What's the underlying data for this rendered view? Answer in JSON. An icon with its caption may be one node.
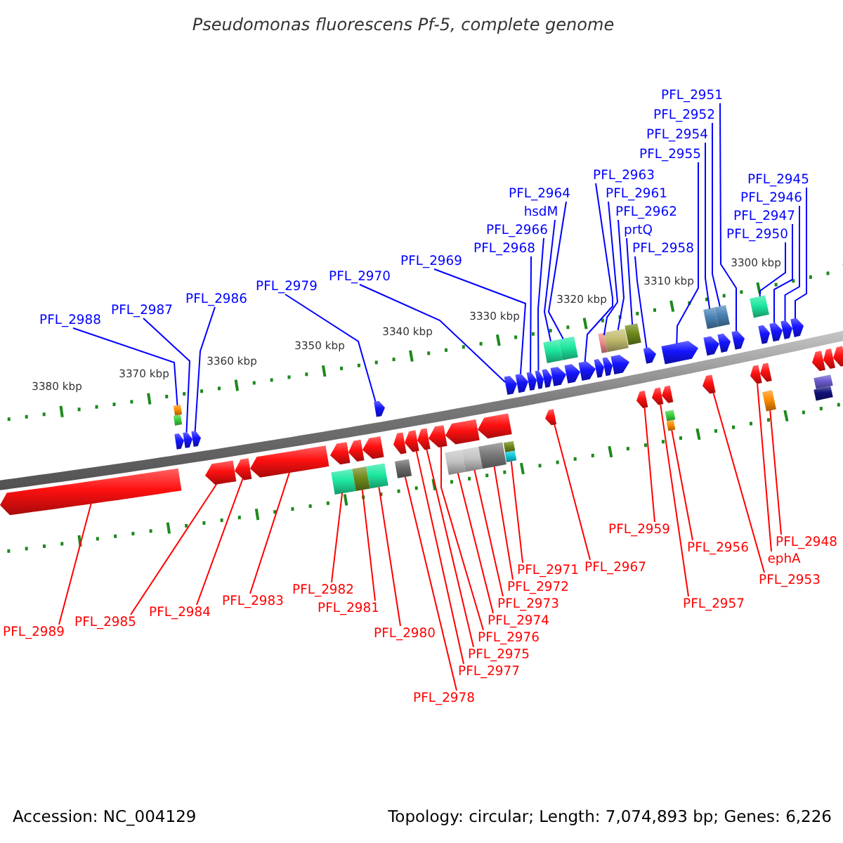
{
  "diagram": {
    "title": "Pseudomonas fluorescens Pf-5, complete genome",
    "nodes": [
      {
        "text": [
          "PFL_2988"
        ]
      },
      {
        "text": [
          "PFL_2987"
        ]
      },
      {
        "text": [
          "PFL_2986"
        ]
      },
      {
        "text": [
          "PFL_2979"
        ]
      },
      {
        "text": [
          "PFL_2970"
        ]
      },
      {
        "text": [
          "PFL_2969"
        ]
      },
      {
        "text": [
          "PFL_2968"
        ]
      },
      {
        "text": [
          "PFL_2966"
        ]
      },
      {
        "text": [
          "hsdM"
        ]
      },
      {
        "text": [
          "PFL_2964"
        ]
      },
      {
        "text": [
          "PFL_2963"
        ]
      },
      {
        "text": [
          "PFL_2961"
        ]
      },
      {
        "text": [
          "PFL_2962"
        ]
      },
      {
        "text": [
          "prtQ"
        ]
      },
      {
        "text": [
          "PFL_2958"
        ]
      },
      {
        "text": [
          "PFL_2955"
        ]
      },
      {
        "text": [
          "PFL_2954"
        ]
      },
      {
        "text": [
          "PFL_2952"
        ]
      },
      {
        "text": [
          "PFL_2951"
        ]
      },
      {
        "text": [
          "PFL_2950"
        ]
      },
      {
        "text": [
          "PFL_2947"
        ]
      },
      {
        "text": [
          "PFL_2946"
        ]
      },
      {
        "text": [
          "PFL_2945"
        ]
      },
      {
        "text": [
          "PFL_2989"
        ]
      },
      {
        "text": [
          "PFL_2985"
        ]
      },
      {
        "text": [
          "PFL_2984"
        ]
      },
      {
        "text": [
          "PFL_2983"
        ]
      },
      {
        "text": [
          "PFL_2982"
        ]
      },
      {
        "text": [
          "PFL_2981"
        ]
      },
      {
        "text": [
          "PFL_2980"
        ]
      },
      {
        "text": [
          "PFL_2978"
        ]
      },
      {
        "text": [
          "PFL_2977"
        ]
      },
      {
        "text": [
          "PFL_2975"
        ]
      },
      {
        "text": [
          "PFL_2976"
        ]
      },
      {
        "text": [
          "PFL_2974"
        ]
      },
      {
        "text": [
          "PFL_2973"
        ]
      },
      {
        "text": [
          "PFL_2972"
        ]
      },
      {
        "text": [
          "PFL_2971"
        ]
      },
      {
        "text": [
          "PFL_2967"
        ]
      },
      {
        "text": [
          "PFL_2959"
        ]
      },
      {
        "text": [
          "PFL_2957"
        ]
      },
      {
        "text": [
          "PFL_2956"
        ]
      },
      {
        "text": [
          "PFL_2953"
        ]
      },
      {
        "text": [
          "ephA"
        ]
      },
      {
        "text": [
          "PFL_2948"
        ]
      },
      {
        "text": [],
        "shape": "box"
      },
      {
        "text": [],
        "shape": "box"
      },
      {
        "text": [],
        "shape": "arrow"
      },
      {
        "text": [],
        "shape": "arrow"
      },
      {
        "text": [],
        "shape": "arrow"
      },
      {
        "text": [],
        "shape": "arrow"
      },
      {
        "text": [],
        "shape": "arrow"
      },
      {
        "text": [],
        "shape": "arrow"
      },
      {
        "text": [],
        "shape": "arrow"
      },
      {
        "text": [],
        "shape": "arrow"
      },
      {
        "text": [],
        "shape": "arrow"
      },
      {
        "text": [],
        "shape": "box"
      },
      {
        "text": [],
        "shape": "arrow"
      },
      {
        "text": [],
        "shape": "box"
      },
      {
        "text": [],
        "shape": "arrow"
      },
      {
        "text": [],
        "shape": "arrow"
      },
      {
        "text": [],
        "shape": "arrow"
      },
      {
        "text": [],
        "shape": "box"
      },
      {
        "text": [],
        "shape": "arrow"
      },
      {
        "text": [],
        "shape": "box"
      },
      {
        "text": [],
        "shape": "arrow"
      },
      {
        "text": [],
        "shape": "box"
      },
      {
        "text": [],
        "shape": "arrow"
      },
      {
        "text": [],
        "shape": "arrow"
      },
      {
        "text": [],
        "shape": "box"
      },
      {
        "text": [],
        "shape": "arrow"
      },
      {
        "text": [],
        "shape": "box"
      },
      {
        "text": [],
        "shape": "arrow"
      },
      {
        "text": [],
        "shape": "arrow"
      },
      {
        "text": [],
        "shape": "box"
      },
      {
        "text": [],
        "shape": "arrow"
      },
      {
        "text": [],
        "shape": "arrow"
      },
      {
        "text": [],
        "shape": "arrow"
      },
      {
        "text": [],
        "shape": "arrow"
      },
      {
        "text": [],
        "shape": "arrow"
      },
      {
        "text": [],
        "shape": "arrow"
      },
      {
        "text": [],
        "shape": "arrow"
      },
      {
        "text": [],
        "shape": "arrow"
      },
      {
        "text": [],
        "shape": "arrow"
      },
      {
        "text": [],
        "shape": "box"
      },
      {
        "text": [],
        "shape": "arrow"
      },
      {
        "text": [],
        "shape": "box"
      },
      {
        "text": [],
        "shape": "arrow"
      },
      {
        "text": [],
        "shape": "box"
      },
      {
        "text": [],
        "shape": "arrow"
      },
      {
        "text": [],
        "shape": "box"
      },
      {
        "text": [],
        "shape": "arrow"
      },
      {
        "text": [],
        "shape": "arrow"
      },
      {
        "text": [],
        "shape": "arrow"
      },
      {
        "text": [],
        "shape": "box"
      },
      {
        "text": [],
        "shape": "arrow"
      },
      {
        "text": [],
        "shape": "box"
      },
      {
        "text": [],
        "shape": "box"
      },
      {
        "text": [],
        "shape": "arrow"
      },
      {
        "text": [],
        "shape": "box"
      },
      {
        "text": [],
        "shape": "box"
      },
      {
        "text": [],
        "shape": "arrow"
      },
      {
        "text": [],
        "shape": "arrow"
      },
      {
        "text": [],
        "shape": "arrow"
      },
      {
        "text": [],
        "shape": "arrow"
      },
      {
        "text": [],
        "shape": "box"
      },
      {
        "text": [],
        "shape": "box"
      },
      {
        "text": [],
        "shape": "arrow"
      },
      {
        "text": [],
        "shape": "arrow"
      },
      {
        "text": [],
        "shape": "arrow"
      },
      {
        "text": [],
        "shape": "box"
      },
      {
        "text": [],
        "shape": "arrow"
      },
      {
        "text": [],
        "shape": "box"
      },
      {
        "text": [],
        "shape": "box"
      },
      {
        "text": [],
        "shape": "arrow"
      },
      {
        "text": [],
        "shape": "arrow"
      }
    ],
    "edges": [
      {
        "from": 0,
        "to": 45,
        "arrow": "none"
      },
      {
        "from": 1,
        "to": 48,
        "arrow": "none"
      },
      {
        "from": 2,
        "to": 49,
        "arrow": "none"
      },
      {
        "from": 3,
        "to": 50,
        "arrow": "none"
      },
      {
        "from": 4,
        "to": 51,
        "arrow": "none"
      },
      {
        "from": 5,
        "to": 52,
        "arrow": "none"
      },
      {
        "from": 6,
        "to": 53,
        "arrow": "none"
      },
      {
        "from": 7,
        "to": 54,
        "arrow": "none"
      },
      {
        "from": 8,
        "to": 56,
        "arrow": "none"
      },
      {
        "from": 9,
        "to": 58,
        "arrow": "none"
      },
      {
        "from": 10,
        "to": 60,
        "arrow": "none"
      },
      {
        "from": 11,
        "to": 62,
        "arrow": "none"
      },
      {
        "from": 12,
        "to": 64,
        "arrow": "none"
      },
      {
        "from": 13,
        "to": 66,
        "arrow": "none"
      },
      {
        "from": 14,
        "to": 67,
        "arrow": "none"
      },
      {
        "from": 15,
        "to": 68,
        "arrow": "none"
      },
      {
        "from": 16,
        "to": 69,
        "arrow": "none"
      },
      {
        "from": 17,
        "to": 71,
        "arrow": "none"
      },
      {
        "from": 18,
        "to": 73,
        "arrow": "none"
      },
      {
        "from": 19,
        "to": 74,
        "arrow": "none"
      },
      {
        "from": 20,
        "to": 76,
        "arrow": "none"
      },
      {
        "from": 21,
        "to": 77,
        "arrow": "none"
      },
      {
        "from": 22,
        "to": 78,
        "arrow": "none"
      },
      {
        "from": 23,
        "to": 79,
        "arrow": "none",
        "color": "#ff0000"
      },
      {
        "from": 24,
        "to": 80,
        "arrow": "none",
        "color": "#ff0000"
      },
      {
        "from": 25,
        "to": 81,
        "arrow": "none",
        "color": "#ff0000"
      },
      {
        "from": 26,
        "to": 82,
        "arrow": "none",
        "color": "#ff0000"
      },
      {
        "from": 27,
        "to": 84,
        "arrow": "none",
        "color": "#ff0000"
      },
      {
        "from": 28,
        "to": 86,
        "arrow": "none",
        "color": "#ff0000"
      },
      {
        "from": 29,
        "to": 88,
        "arrow": "none",
        "color": "#ff0000"
      },
      {
        "from": 30,
        "to": 90,
        "arrow": "none",
        "color": "#ff0000"
      },
      {
        "from": 31,
        "to": 91,
        "arrow": "none",
        "color": "#ff0000"
      },
      {
        "from": 32,
        "to": 92,
        "arrow": "none",
        "color": "#ff0000"
      },
      {
        "from": 33,
        "to": 93,
        "arrow": "none",
        "color": "#ff0000"
      },
      {
        "from": 34,
        "to": 94,
        "arrow": "none",
        "color": "#ff0000"
      },
      {
        "from": 35,
        "to": 96,
        "arrow": "none",
        "color": "#ff0000"
      },
      {
        "from": 36,
        "to": 97,
        "arrow": "none",
        "color": "#ff0000"
      },
      {
        "from": 37,
        "to": 100,
        "arrow": "none",
        "color": "#ff0000"
      },
      {
        "from": 38,
        "to": 101,
        "arrow": "none",
        "color": "#ff0000"
      },
      {
        "from": 39,
        "to": 102,
        "arrow": "none",
        "color": "#ff0000"
      },
      {
        "from": 40,
        "to": 103,
        "arrow": "none",
        "color": "#ff0000"
      },
      {
        "from": 41,
        "to": 106,
        "arrow": "none",
        "color": "#ff0000"
      },
      {
        "from": 42,
        "to": 107,
        "arrow": "none",
        "color": "#ff0000"
      },
      {
        "from": 43,
        "to": 108,
        "arrow": "none",
        "color": "#ff0000"
      },
      {
        "from": 44,
        "to": 110,
        "arrow": "none",
        "color": "#ff0000"
      }
    ],
    "labels": [
      "3380 kbp",
      "3370 kbp",
      "3360 kbp",
      "3350 kbp",
      "3340 kbp",
      "3330 kbp",
      "3320 kbp",
      "3310 kbp",
      "3300 kbp",
      "Accession: NC_004129",
      "Topology: circular; Length: 7,074,893 bp; Genes: 6,226"
    ]
  }
}
